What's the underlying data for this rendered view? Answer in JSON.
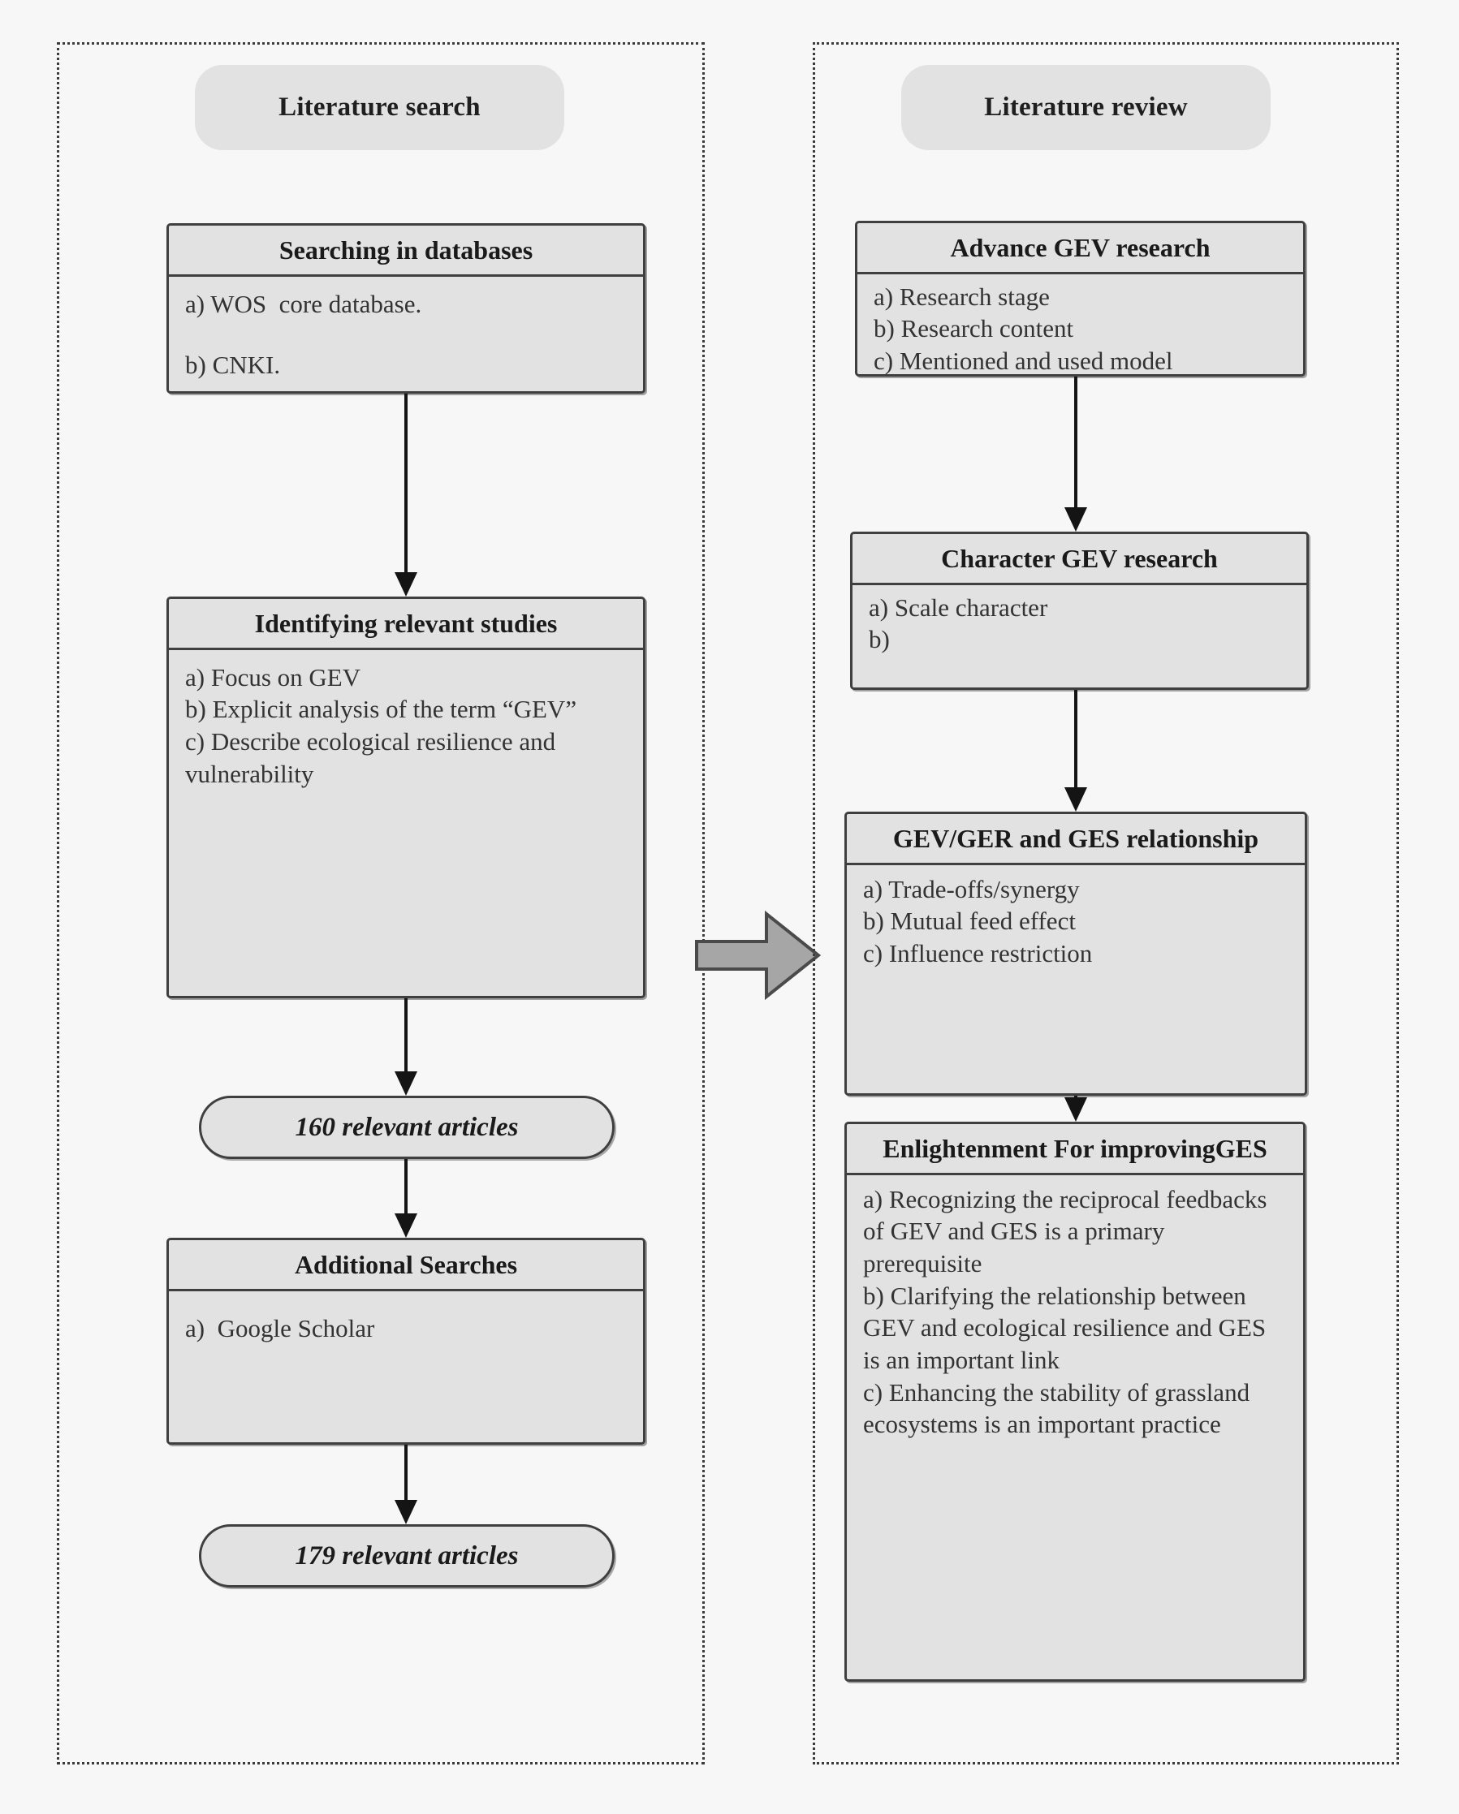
{
  "panels": {
    "left": {
      "header": "Literature search"
    },
    "right": {
      "header": "Literature review"
    }
  },
  "left_column": {
    "nodes": [
      {
        "id": "searching-in-databases",
        "kind": "box",
        "title": "Searching in databases",
        "lines": [
          "a) WOS  core database.",
          "b) CNKI."
        ]
      },
      {
        "id": "identifying-relevant-studies",
        "kind": "box",
        "title": "Identifying relevant studies",
        "lines": [
          "a) Focus on GEV",
          "b) Explicit analysis of the term “GEV”",
          "c) Describe ecological resilience and vulnerability"
        ]
      },
      {
        "id": "160-relevant-articles",
        "kind": "pill",
        "label": "160 relevant articles"
      },
      {
        "id": "additional-searches",
        "kind": "box",
        "title": "Additional Searches",
        "lines": [
          "a)  Google Scholar"
        ]
      },
      {
        "id": "179-relevant-articles",
        "kind": "pill",
        "label": "179 relevant articles"
      }
    ]
  },
  "right_column": {
    "nodes": [
      {
        "id": "advance-gev-research",
        "kind": "box",
        "title": "Advance GEV research",
        "lines": [
          "a) Research stage",
          "b) Research content",
          "c) Mentioned and used model"
        ]
      },
      {
        "id": "character-gev-research",
        "kind": "box",
        "title": "Character GEV research",
        "lines": [
          "a) Scale character",
          "b)"
        ]
      },
      {
        "id": "gev-ger-and-ges-relationship",
        "kind": "box",
        "title": "GEV/GER and GES relationship",
        "lines": [
          "a) Trade-offs/synergy",
          "b) Mutual feed effect",
          "c) Influence restriction"
        ]
      },
      {
        "id": "enlightenment-for-improving-ges",
        "kind": "box",
        "title": "Enlightenment For improvingGES",
        "lines": [
          "a) Recognizing the reciprocal feedbacks of GEV and GES is a primary prerequisite",
          "b) Clarifying the relationship between GEV and ecological resilience and GES is an important link",
          "c) Enhancing the stability of grassland ecosystems is an important practice"
        ]
      }
    ]
  },
  "connector": {
    "left_to_right_arrow": "block-arrow-right"
  },
  "colors": {
    "node_fill": "#e2e2e2",
    "node_border": "#3f3f3f",
    "panel_border": "#3b3b3b",
    "arrow": "#141414",
    "block_arrow_fill": "#a6a6a6",
    "background": "#f7f7f7"
  }
}
